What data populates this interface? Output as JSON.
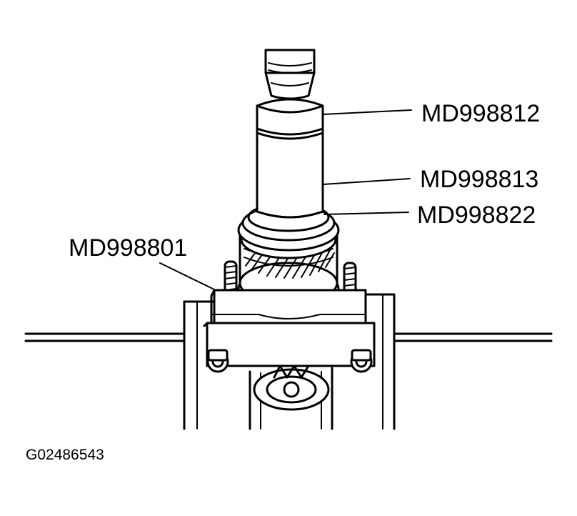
{
  "callouts": {
    "md998812": "MD998812",
    "md998813": "MD998813",
    "md998822": "MD998822",
    "md998801": "MD998801"
  },
  "figure_id": "G02486543"
}
